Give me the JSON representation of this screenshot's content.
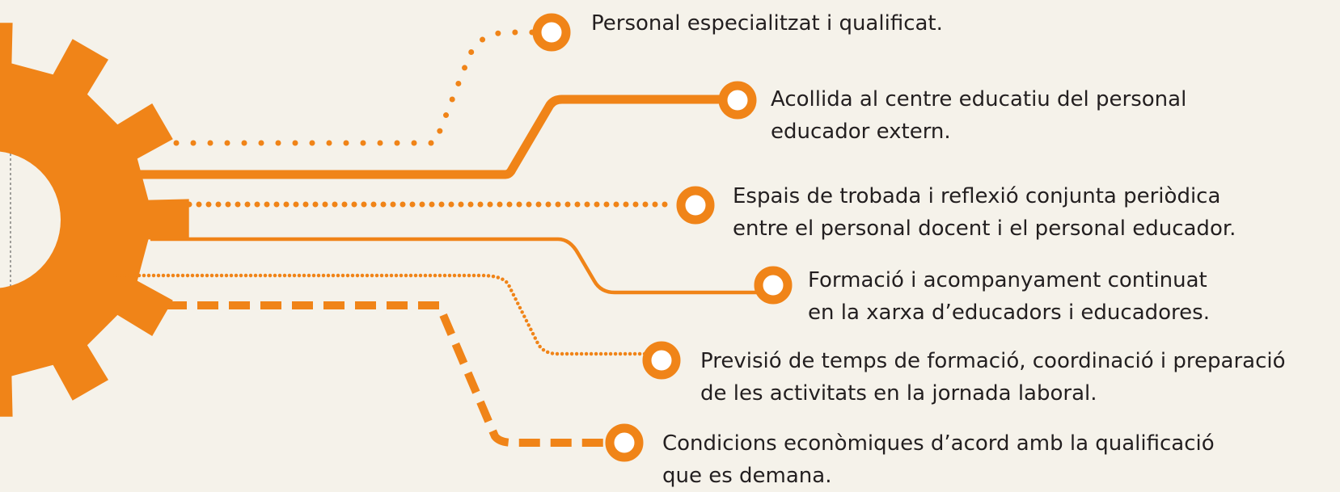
{
  "colors": {
    "accent": "#f08418",
    "background": "#f5f2ea",
    "text": "#231f20"
  },
  "gear_icon": "gear-icon",
  "items": [
    {
      "id": "personal",
      "connector": "dotted",
      "lines": [
        "Personal especialitzat i qualificat."
      ]
    },
    {
      "id": "acollida",
      "connector": "solid-thick",
      "lines": [
        "Acollida al centre educatiu del personal",
        "educador extern."
      ]
    },
    {
      "id": "espais",
      "connector": "dotted",
      "lines": [
        "Espais de trobada i reflexió conjunta periòdica",
        "entre el personal docent i el personal educador."
      ]
    },
    {
      "id": "formacio",
      "connector": "solid-thin",
      "lines": [
        "Formació i acompanyament continuat",
        "en la xarxa d’educadors i educadores."
      ]
    },
    {
      "id": "previsio",
      "connector": "fine-dotted",
      "lines": [
        "Previsió de temps de formació, coordinació i preparació",
        "de les activitats en la jornada laboral."
      ]
    },
    {
      "id": "condicions",
      "connector": "dashed",
      "lines": [
        "Condicions econòmiques d’acord amb la qualificació",
        "que es demana."
      ]
    }
  ]
}
